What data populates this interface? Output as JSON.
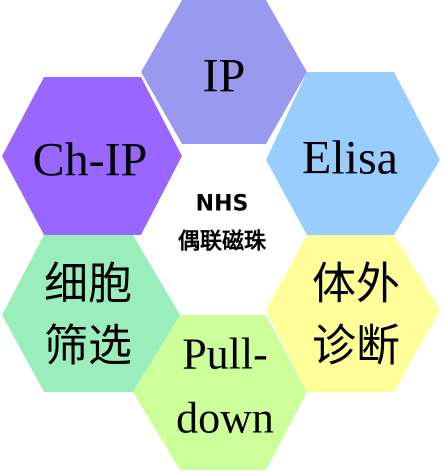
{
  "center": {
    "line1": "NHS",
    "line2": "偶联磁珠"
  },
  "hexagons": [
    {
      "id": "ip",
      "lines": [
        "IP"
      ],
      "color": "#9999ee"
    },
    {
      "id": "elisa",
      "lines": [
        "Elisa"
      ],
      "color": "#99ccff"
    },
    {
      "id": "ivd",
      "lines": [
        "体外",
        "诊断"
      ],
      "color": "#ffff99"
    },
    {
      "id": "pulldown",
      "lines": [
        "Pull-",
        "down"
      ],
      "color": "#ccff99"
    },
    {
      "id": "cell-sort",
      "lines": [
        "细胞",
        "筛选"
      ],
      "color": "#99eebb"
    },
    {
      "id": "chip",
      "lines": [
        "Ch-IP"
      ],
      "color": "#9966ff"
    }
  ]
}
